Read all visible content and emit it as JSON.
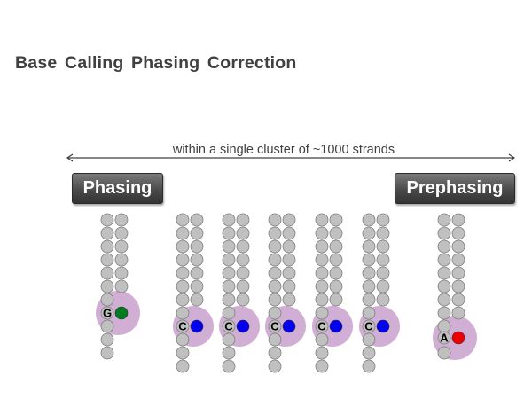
{
  "title": "Base Calling Phasing Correction",
  "range_label": "within a single cluster of ~1000 strands",
  "left_label": "Phasing",
  "right_label": "Prephasing",
  "colors": {
    "bead": "#c0c0c0",
    "bead_stroke": "#7f7f7f",
    "highlight": "#c9a0cc",
    "G": "#007a1f",
    "C": "#0000ee",
    "A": "#ee0000",
    "arrow": "#404040"
  },
  "strands": [
    {
      "label": "G",
      "color_key": "G",
      "role": "phasing"
    },
    {
      "label": "C",
      "color_key": "C",
      "role": "normal"
    },
    {
      "label": "C",
      "color_key": "C",
      "role": "normal"
    },
    {
      "label": "C",
      "color_key": "C",
      "role": "normal"
    },
    {
      "label": "C",
      "color_key": "C",
      "role": "normal"
    },
    {
      "label": "C",
      "color_key": "C",
      "role": "normal"
    },
    {
      "label": "A",
      "color_key": "A",
      "role": "prephasing"
    }
  ]
}
